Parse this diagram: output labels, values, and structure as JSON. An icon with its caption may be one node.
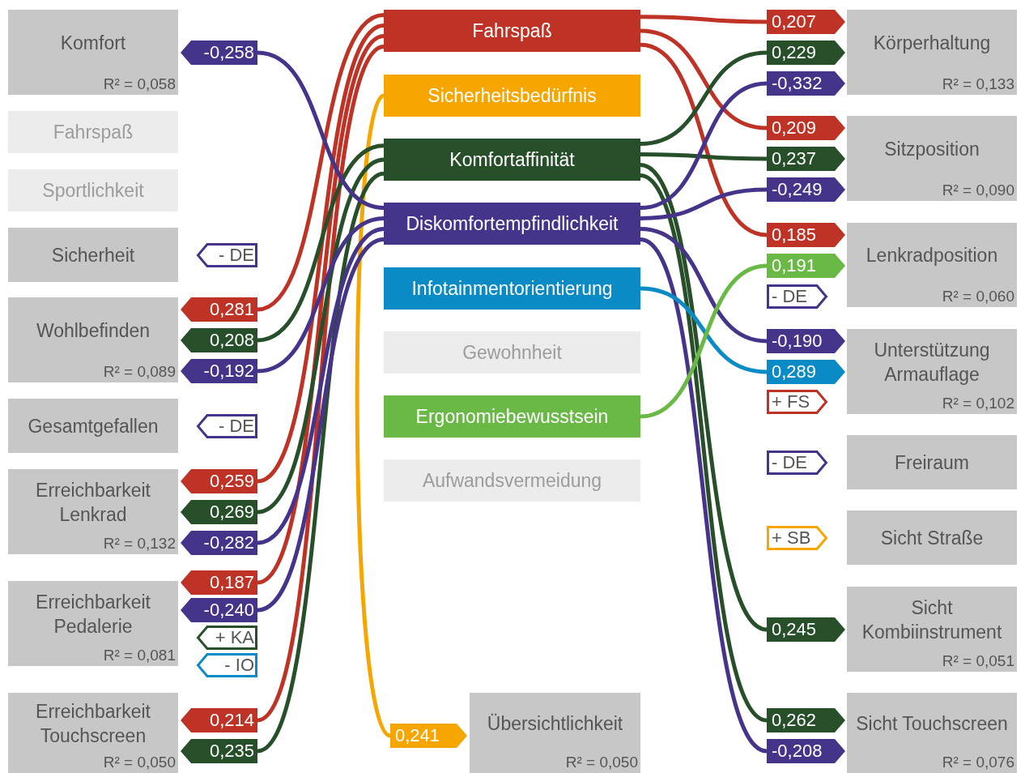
{
  "diagram": {
    "nodes": [
      {
        "text": [
          "Komfort",
          "R² = 0,058"
        ]
      },
      {
        "text": [
          "Fahrspaß"
        ]
      },
      {
        "text": [
          "Sportlichkeit"
        ]
      },
      {
        "text": [
          "Sicherheit"
        ]
      },
      {
        "text": [
          "Wohlbefinden",
          "R² = 0,089"
        ]
      },
      {
        "text": [
          "Gesamtgefallen"
        ]
      },
      {
        "text": [
          "Erreichbarkeit Lenkrad",
          "R² = 0,132"
        ]
      },
      {
        "text": [
          "Erreichbarkeit Pedalerie",
          "R² = 0,081"
        ]
      },
      {
        "text": [
          "Erreichbarkeit Touchscreen",
          "R² = 0,050"
        ]
      },
      {
        "text": [
          "Fahrspaß"
        ]
      },
      {
        "text": [
          "Sicherheitsbedürfnis"
        ]
      },
      {
        "text": [
          "Komfortaffinität"
        ]
      },
      {
        "text": [
          "Diskomfortempfindlichkeit"
        ]
      },
      {
        "text": [
          "Infotainmentorientierung"
        ]
      },
      {
        "text": [
          "Gewohnheit"
        ]
      },
      {
        "text": [
          "Ergonomiebewusstsein"
        ]
      },
      {
        "text": [
          "Aufwandsvermeidung"
        ]
      },
      {
        "text": [
          "Übersichtlichkeit",
          "R² = 0,050"
        ]
      },
      {
        "text": [
          "Körperhaltung",
          "R² = 0,133"
        ]
      },
      {
        "text": [
          "Sitzposition",
          "R² = 0,090"
        ]
      },
      {
        "text": [
          "Lenkradposition",
          "R² = 0,060"
        ]
      },
      {
        "text": [
          "Unterstützung Armauflage",
          "R² = 0,102"
        ]
      },
      {
        "text": [
          "Freiraum"
        ]
      },
      {
        "text": [
          "Sicht Straße"
        ]
      },
      {
        "text": [
          "Sicht Kombiinstrument",
          "R² = 0,051"
        ]
      },
      {
        "text": [
          "Sicht Touchscreen",
          "R² = 0,076"
        ]
      },
      {
        "text": [
          "-0,258"
        ]
      },
      {
        "text": [
          "- DE"
        ]
      },
      {
        "text": [
          "0,281"
        ]
      },
      {
        "text": [
          "0,208"
        ]
      },
      {
        "text": [
          "-0,192"
        ]
      },
      {
        "text": [
          "- DE"
        ]
      },
      {
        "text": [
          "0,259"
        ]
      },
      {
        "text": [
          "0,269"
        ]
      },
      {
        "text": [
          "-0,282"
        ]
      },
      {
        "text": [
          "0,187"
        ]
      },
      {
        "text": [
          "-0,240"
        ]
      },
      {
        "text": [
          "+ KA"
        ]
      },
      {
        "text": [
          "- IO"
        ]
      },
      {
        "text": [
          "0,214"
        ]
      },
      {
        "text": [
          "0,235"
        ]
      },
      {
        "text": [
          "0,241"
        ]
      },
      {
        "text": [
          "0,207"
        ]
      },
      {
        "text": [
          "0,229"
        ]
      },
      {
        "text": [
          "-0,332"
        ]
      },
      {
        "text": [
          "0,209"
        ]
      },
      {
        "text": [
          "0,237"
        ]
      },
      {
        "text": [
          "-0,249"
        ]
      },
      {
        "text": [
          "0,185"
        ]
      },
      {
        "text": [
          "0,191"
        ]
      },
      {
        "text": [
          "- DE"
        ]
      },
      {
        "text": [
          "-0,190"
        ]
      },
      {
        "text": [
          "0,289"
        ]
      },
      {
        "text": [
          "+ FS"
        ]
      },
      {
        "text": [
          "- DE"
        ]
      },
      {
        "text": [
          "+ SB"
        ]
      },
      {
        "text": [
          "0,245"
        ]
      },
      {
        "text": [
          "0,262"
        ]
      },
      {
        "text": [
          "-0,208"
        ]
      }
    ],
    "edges": [
      {
        "from": 9,
        "to": 42,
        "arrow": "none",
        "color": "#bf3327"
      },
      {
        "from": 9,
        "to": 45,
        "arrow": "none",
        "color": "#bf3327"
      },
      {
        "from": 9,
        "to": 48,
        "arrow": "none",
        "color": "#bf3327"
      },
      {
        "from": 9,
        "to": 28,
        "arrow": "none",
        "color": "#bf3327"
      },
      {
        "from": 9,
        "to": 32,
        "arrow": "none",
        "color": "#bf3327"
      },
      {
        "from": 9,
        "to": 35,
        "arrow": "none",
        "color": "#bf3327"
      },
      {
        "from": 9,
        "to": 39,
        "arrow": "none",
        "color": "#bf3327"
      },
      {
        "from": 10,
        "to": 41,
        "arrow": "none",
        "color": "#f7a600"
      },
      {
        "from": 11,
        "to": 43,
        "arrow": "none",
        "color": "#27502a"
      },
      {
        "from": 11,
        "to": 46,
        "arrow": "none",
        "color": "#27502a"
      },
      {
        "from": 11,
        "to": 56,
        "arrow": "none",
        "color": "#27502a"
      },
      {
        "from": 11,
        "to": 57,
        "arrow": "none",
        "color": "#27502a"
      },
      {
        "from": 11,
        "to": 29,
        "arrow": "none",
        "color": "#27502a"
      },
      {
        "from": 11,
        "to": 33,
        "arrow": "none",
        "color": "#27502a"
      },
      {
        "from": 11,
        "to": 40,
        "arrow": "none",
        "color": "#27502a"
      },
      {
        "from": 12,
        "to": 44,
        "arrow": "none",
        "color": "#46338a"
      },
      {
        "from": 12,
        "to": 47,
        "arrow": "none",
        "color": "#46338a"
      },
      {
        "from": 12,
        "to": 51,
        "arrow": "none",
        "color": "#46338a"
      },
      {
        "from": 12,
        "to": 58,
        "arrow": "none",
        "color": "#46338a"
      },
      {
        "from": 12,
        "to": 26,
        "arrow": "none",
        "color": "#46338a"
      },
      {
        "from": 12,
        "to": 30,
        "arrow": "none",
        "color": "#46338a"
      },
      {
        "from": 12,
        "to": 34,
        "arrow": "none",
        "color": "#46338a"
      },
      {
        "from": 12,
        "to": 36,
        "arrow": "none",
        "color": "#46338a"
      },
      {
        "from": 13,
        "to": 52,
        "arrow": "none",
        "color": "#0b8bc6"
      },
      {
        "from": 15,
        "to": 49,
        "arrow": "none",
        "color": "#6ab845"
      }
    ]
  }
}
